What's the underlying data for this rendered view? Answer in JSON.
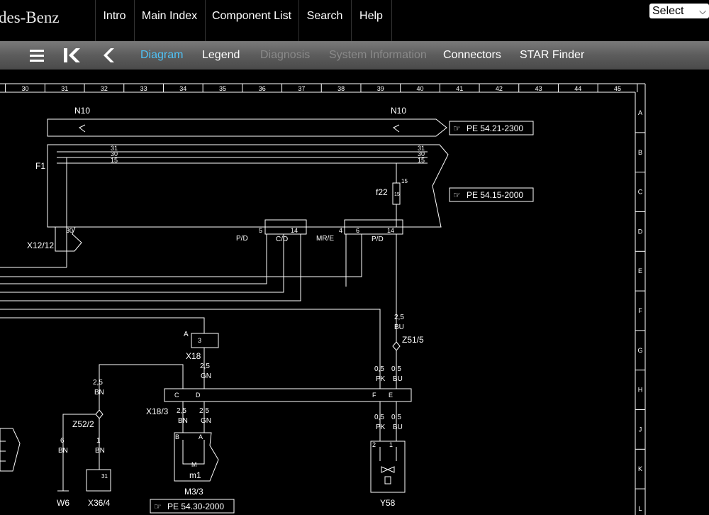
{
  "brand": "des-Benz",
  "topnav": [
    "Intro",
    "Main Index",
    "Component List",
    "Search",
    "Help"
  ],
  "language_select": "Select",
  "tabs": [
    {
      "label": "Diagram",
      "state": "active"
    },
    {
      "label": "Legend",
      "state": "normal"
    },
    {
      "label": "Diagnosis",
      "state": "disabled"
    },
    {
      "label": "System Information",
      "state": "disabled"
    },
    {
      "label": "Connectors",
      "state": "normal"
    },
    {
      "label": "STAR Finder",
      "state": "normal"
    }
  ],
  "icons": [
    "menu-icon",
    "first-page-icon",
    "back-icon"
  ],
  "colors": {
    "active_tab": "#4fc3f7",
    "disabled_tab": "#8a8a8a"
  },
  "diagram": {
    "column_numbers": [
      "30",
      "31",
      "32",
      "33",
      "34",
      "35",
      "36",
      "37",
      "38",
      "39",
      "40",
      "41",
      "42",
      "43",
      "44",
      "45"
    ],
    "row_letters": [
      "A",
      "B",
      "C",
      "D",
      "E",
      "F",
      "G",
      "H",
      "J",
      "K",
      "L"
    ],
    "refs": [
      "PE 54.21-2300",
      "PE 54.15-2000",
      "PE 54.30-2000"
    ],
    "components": {
      "n10_left": "N10",
      "n10_right": "N10",
      "f1": "F1",
      "f22": "f22",
      "f22_pin": "15",
      "f22_fuse": "15",
      "x12": "X12/12",
      "x12_pin": "30",
      "x18": "X18",
      "x18_pin": "3",
      "x18_a": "A",
      "x18_3": "X18/3",
      "z51": "Z51/5",
      "z52": "Z52/2",
      "w6": "W6",
      "x36": "X36/4",
      "x36_pin": "31",
      "m3": "M3/3",
      "m1": "m1",
      "m_label": "M",
      "y58": "Y58"
    },
    "bus_lines": [
      "31",
      "30",
      "15"
    ],
    "connector_labels": [
      "P/D",
      "5",
      "C/D",
      "14",
      "MR/E",
      "4",
      "6",
      "P/D",
      "14"
    ],
    "wires": {
      "bu_upper_size": "2,5",
      "bu_upper_color": "BU",
      "pk_size": "0,5",
      "pk_color": "PK",
      "bu_size": "0,5",
      "bu_color": "BU",
      "bn_upper_size": "2,5",
      "bn_upper_color": "BN",
      "gn_upper_size": "2,5",
      "gn_upper_color": "GN",
      "bn_lower_size": "2,5",
      "bn_lower_color": "BN",
      "gn_lower_size": "2,5",
      "gn_lower_color": "GN",
      "pk_lower_size": "0,5",
      "pk_lower_color": "PK",
      "bu_lower_size": "0,5",
      "bu_lower_color": "BU",
      "w6_size": "6",
      "w6_color": "BN",
      "x36_size": "1",
      "x36_color": "BN"
    },
    "x18_3_pins": [
      "C",
      "D",
      "F",
      "E"
    ],
    "m3_pins": [
      "B",
      "A"
    ],
    "y58_pins": [
      "2",
      "1"
    ]
  }
}
